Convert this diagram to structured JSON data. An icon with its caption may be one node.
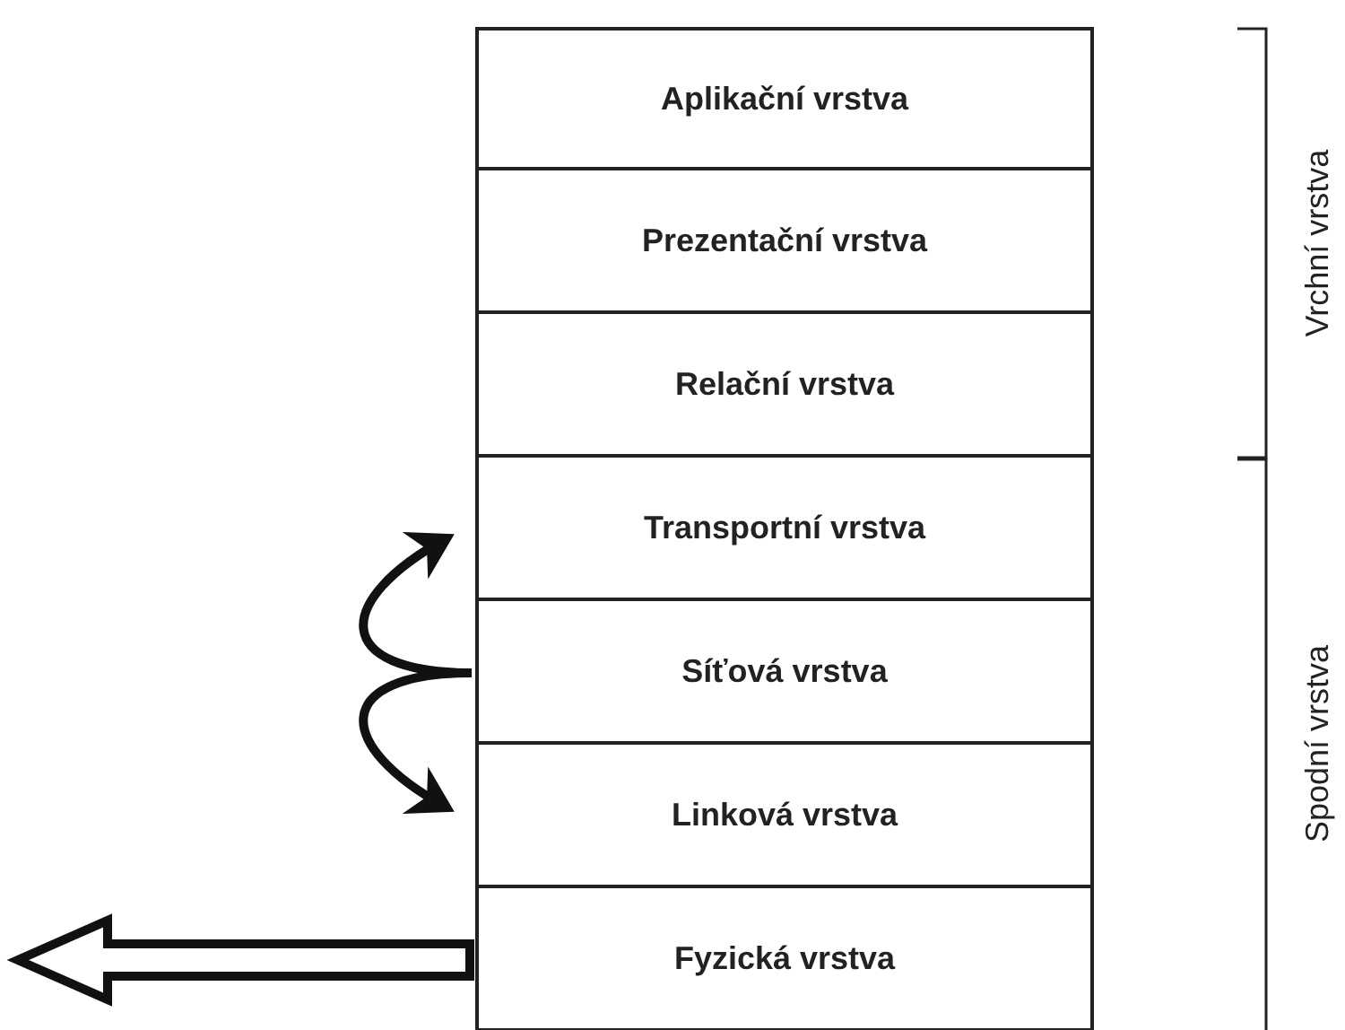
{
  "diagram": {
    "nodes": [
      {
        "text": [
          "Aplikační vrstva"
        ]
      },
      {
        "text": [
          "Prezentační vrstva"
        ]
      },
      {
        "text": [
          "Relační vrstva"
        ]
      },
      {
        "text": [
          "Transportní vrstva"
        ]
      },
      {
        "text": [
          "Síťová vrstva"
        ]
      },
      {
        "text": [
          "Linková vrstva"
        ]
      },
      {
        "text": [
          "Fyzická vrstva"
        ]
      }
    ],
    "edges": [
      {
        "from": 4,
        "to": 3,
        "arrow": "to"
      },
      {
        "from": 4,
        "to": 5,
        "arrow": "to"
      },
      {
        "from": 6,
        "to": null,
        "arrow": "to",
        "style": "thick"
      }
    ],
    "labels": [
      "Vrchní vrstva",
      "Spodní vrstva"
    ]
  }
}
